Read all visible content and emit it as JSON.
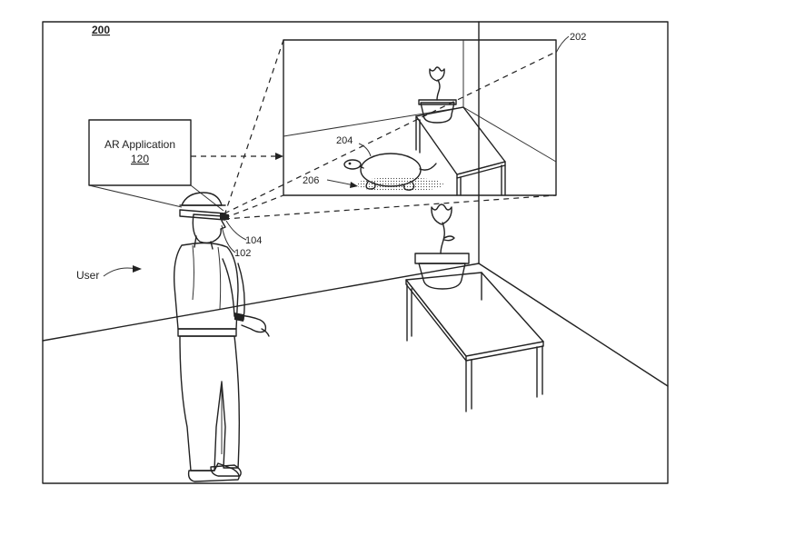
{
  "figure": {
    "figure_number": "200",
    "app_box": {
      "title": "AR Application",
      "number": "120"
    },
    "labels": {
      "view": "202",
      "object": "204",
      "shadow": "206",
      "lens": "104",
      "headset": "102",
      "user": "User"
    }
  }
}
